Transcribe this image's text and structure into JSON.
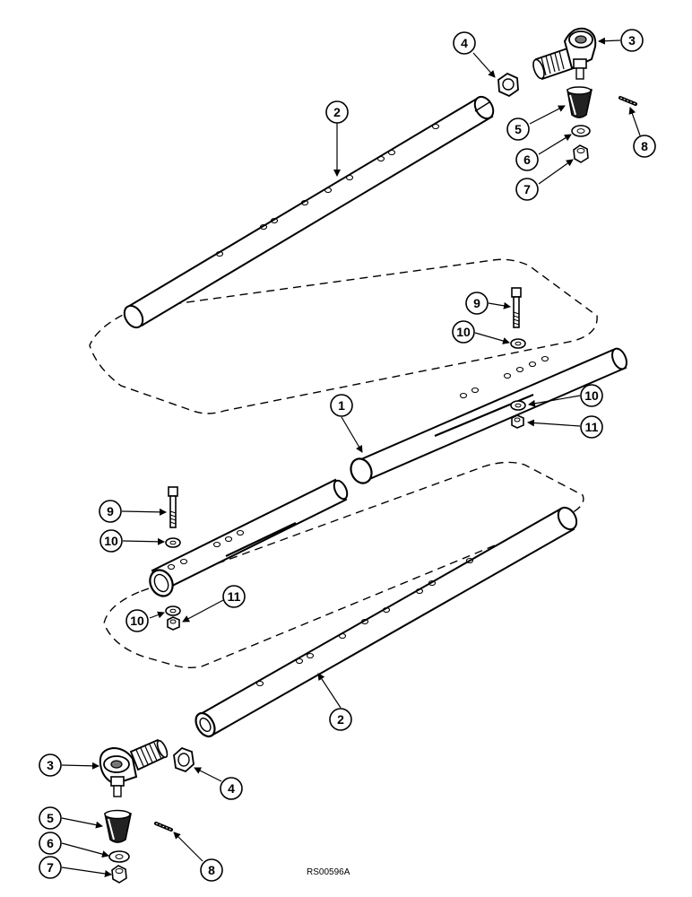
{
  "diagram": {
    "reference_code": "RS00596A",
    "colors": {
      "ink": "#000000",
      "paper": "#ffffff",
      "shade": "#555555"
    },
    "callouts": [
      {
        "id": "c1",
        "label": "1"
      },
      {
        "id": "c2a",
        "label": "2"
      },
      {
        "id": "c2b",
        "label": "2"
      },
      {
        "id": "c3a",
        "label": "3"
      },
      {
        "id": "c3b",
        "label": "3"
      },
      {
        "id": "c4a",
        "label": "4"
      },
      {
        "id": "c4b",
        "label": "4"
      },
      {
        "id": "c5a",
        "label": "5"
      },
      {
        "id": "c5b",
        "label": "5"
      },
      {
        "id": "c6a",
        "label": "6"
      },
      {
        "id": "c6b",
        "label": "6"
      },
      {
        "id": "c7a",
        "label": "7"
      },
      {
        "id": "c7b",
        "label": "7"
      },
      {
        "id": "c8a",
        "label": "8"
      },
      {
        "id": "c8b",
        "label": "8"
      },
      {
        "id": "c9a",
        "label": "9"
      },
      {
        "id": "c9b",
        "label": "9"
      },
      {
        "id": "c10a",
        "label": "10"
      },
      {
        "id": "c10b",
        "label": "10"
      },
      {
        "id": "c10c",
        "label": "10"
      },
      {
        "id": "c10d",
        "label": "10"
      },
      {
        "id": "c11a",
        "label": "11"
      },
      {
        "id": "c11b",
        "label": "11"
      }
    ]
  }
}
